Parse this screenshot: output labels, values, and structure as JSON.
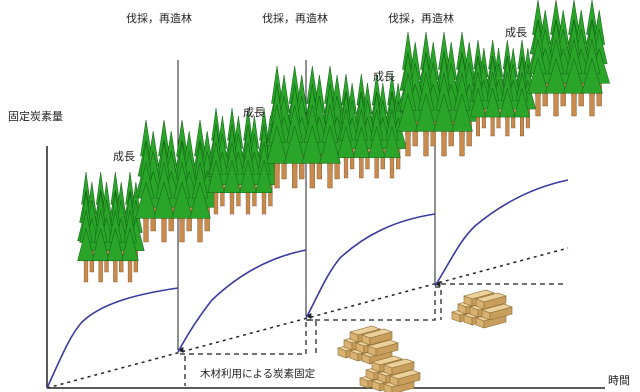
{
  "diagram": {
    "y_axis_label": "固定炭素量",
    "x_axis_label": "時間",
    "growth_labels": [
      "成長",
      "成長",
      "成長",
      "成長"
    ],
    "harvest_labels": [
      "伐採，再造林",
      "伐採，再造林",
      "伐採，再造林"
    ],
    "wood_use_label": "木材利用による炭素固定"
  },
  "colors": {
    "growth_curve": "#3a3aa0",
    "dotted_trend": "#222222",
    "tree_crown": "#2aa52a",
    "tree_trunk": "#c98a4e",
    "lumber": "#d9b272"
  }
}
